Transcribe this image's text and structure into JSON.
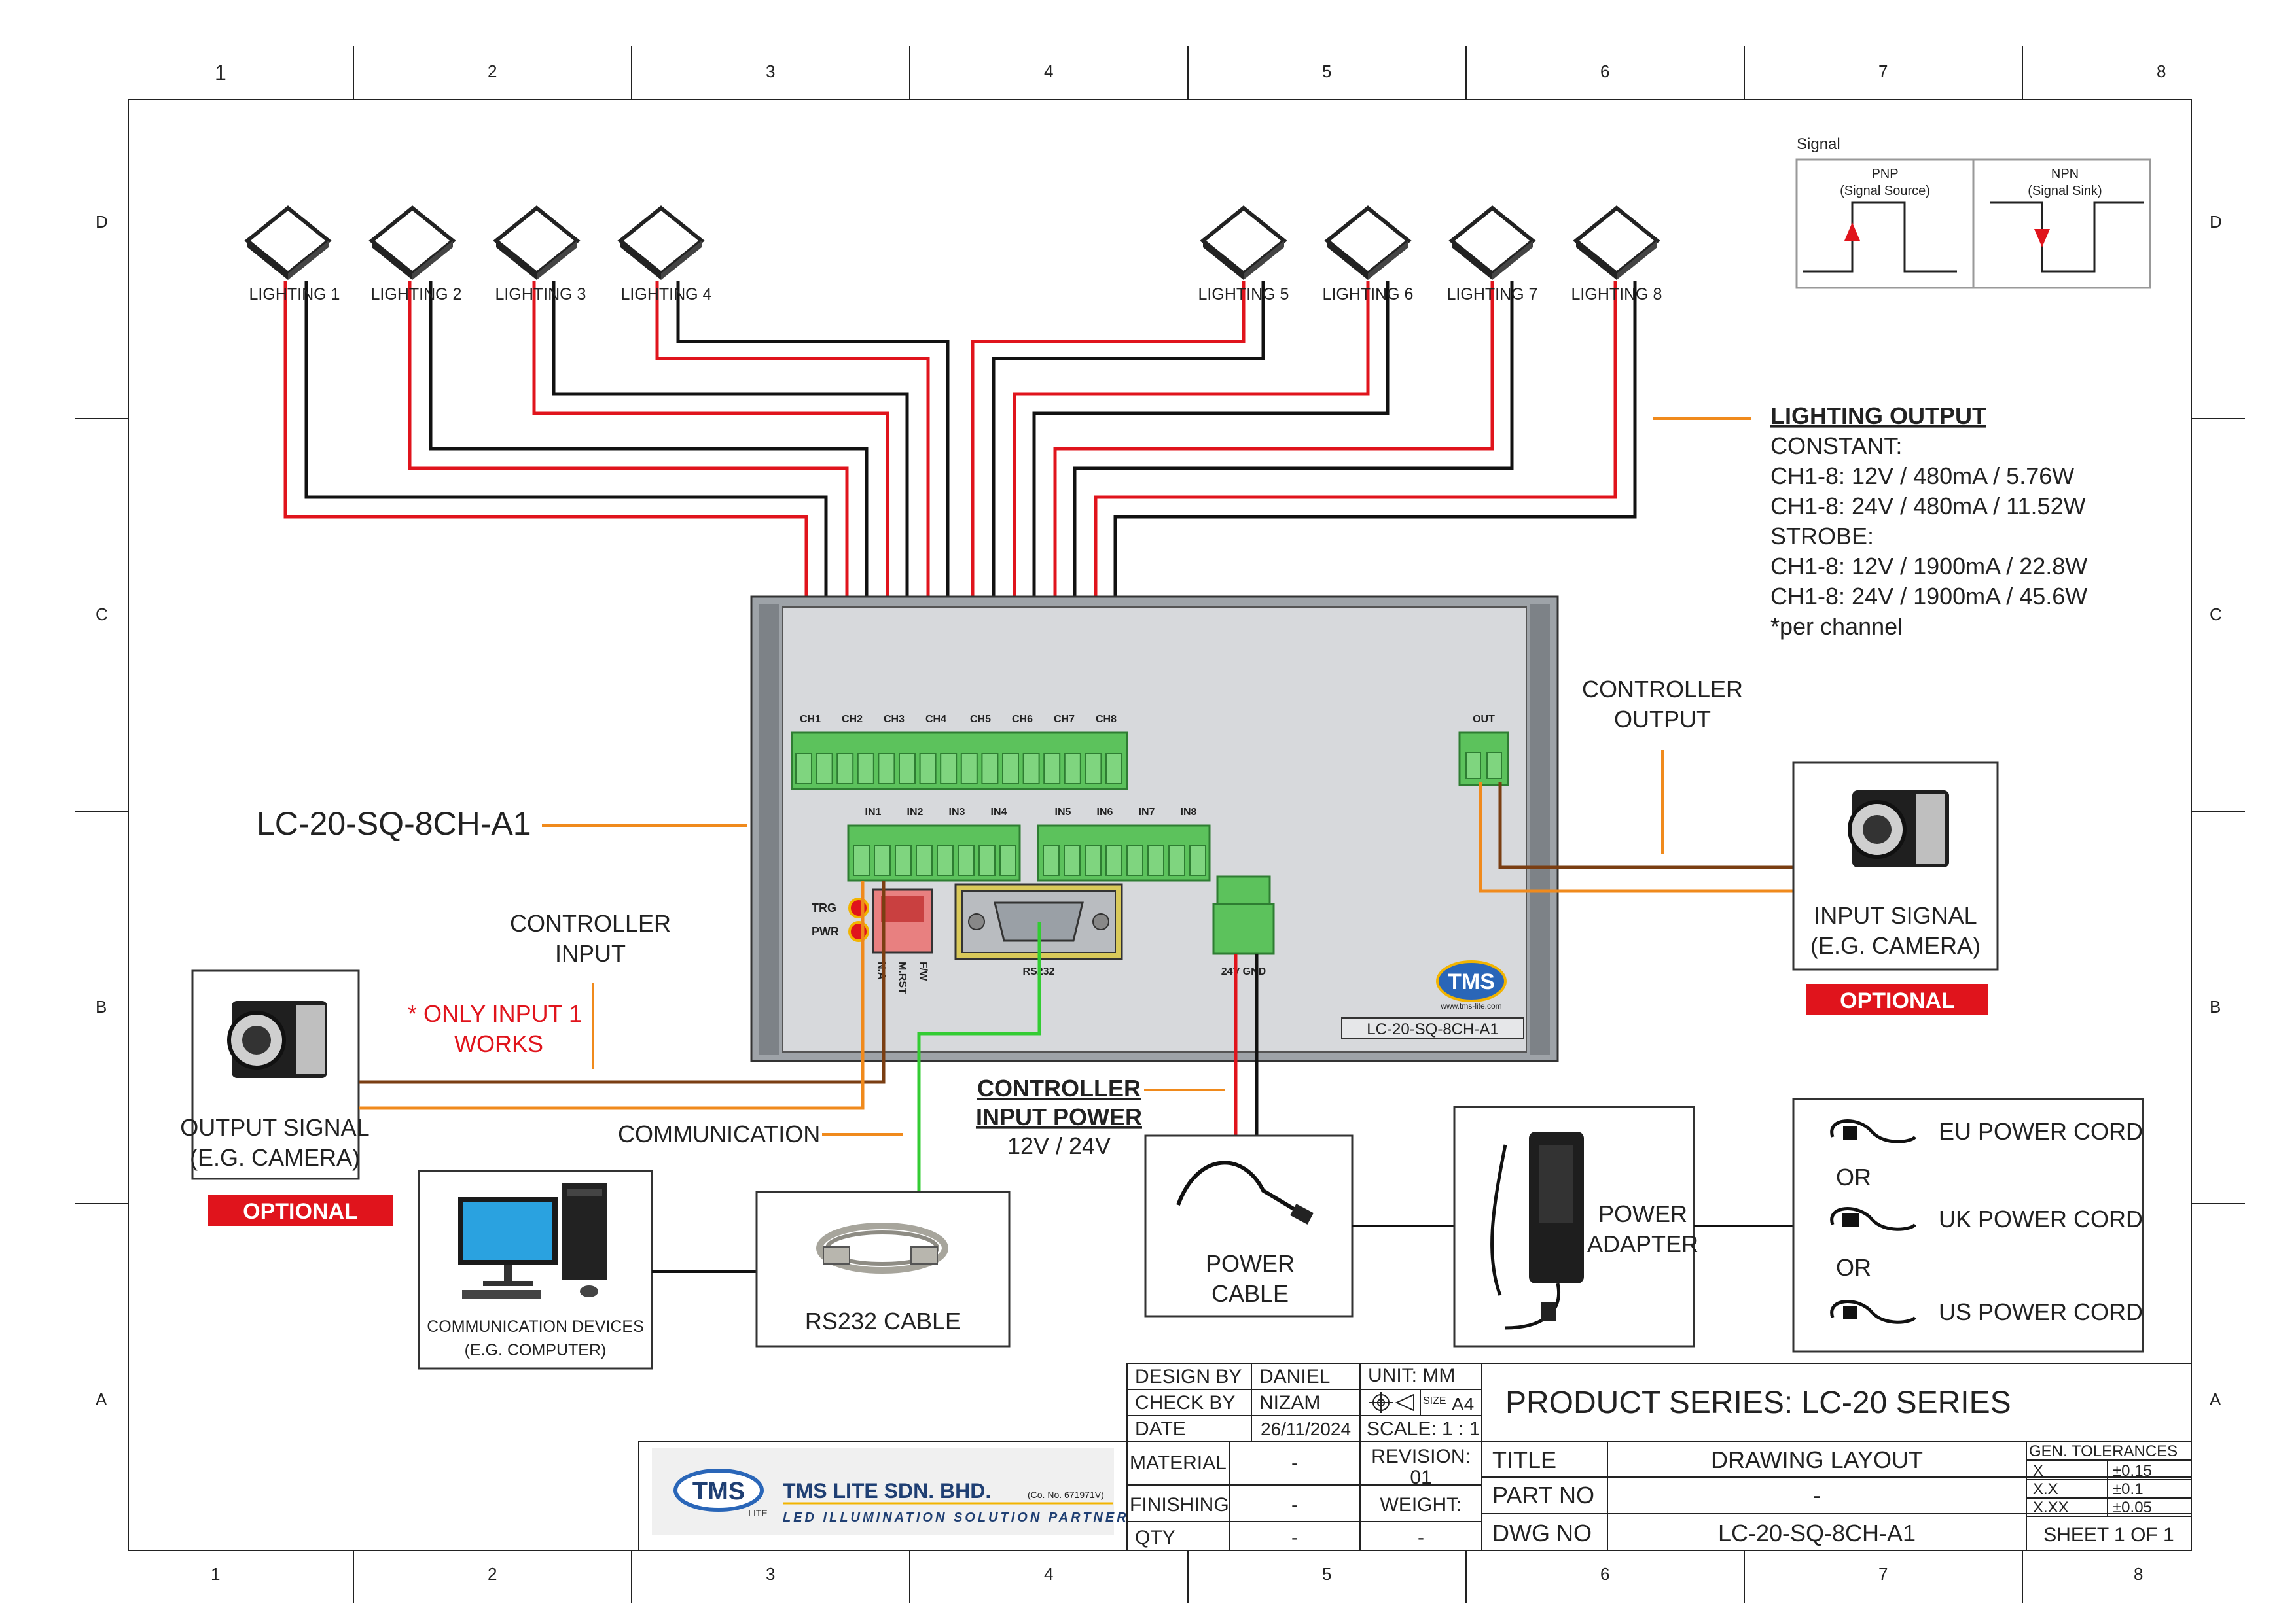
{
  "grid": {
    "columns": [
      "1",
      "2",
      "3",
      "4",
      "5",
      "6",
      "7",
      "8"
    ],
    "rows": [
      "D",
      "C",
      "B",
      "A"
    ]
  },
  "signal_legend": {
    "title": "Signal",
    "pnp_title": "PNP",
    "pnp_sub": "(Signal Source)",
    "npn_title": "NPN",
    "npn_sub": "(Signal Sink)"
  },
  "lightings": [
    "LIGHTING 1",
    "LIGHTING 2",
    "LIGHTING 3",
    "LIGHTING 4",
    "LIGHTING 5",
    "LIGHTING 6",
    "LIGHTING 7",
    "LIGHTING 8"
  ],
  "lighting_output": {
    "heading": "LIGHTING OUTPUT",
    "lines": [
      "CONSTANT:",
      "CH1-8: 12V / 480mA / 5.76W",
      "CH1-8: 24V / 480mA / 11.52W",
      "STROBE:",
      "CH1-8: 12V / 1900mA / 22.8W",
      "CH1-8: 24V / 1900mA / 45.6W",
      "*per channel"
    ]
  },
  "controller": {
    "model_callout": "LC-20-SQ-8CH-A1",
    "nameplate": "LC-20-SQ-8CH-A1",
    "logo": "TMS",
    "website": "www.tms-lite.com",
    "channel_labels": [
      "CH1",
      "CH2",
      "CH3",
      "CH4",
      "CH5",
      "CH6",
      "CH7",
      "CH8"
    ],
    "input_labels": [
      "IN1",
      "IN2",
      "IN3",
      "IN4",
      "IN5",
      "IN6",
      "IN7",
      "IN8"
    ],
    "out_label": "OUT",
    "trg_label": "TRG",
    "pwr_label": "PWR",
    "switch_labels": [
      "N.A",
      "M.RST",
      "F/W"
    ],
    "rs232_label": "RS232",
    "power_terminal_label": "24V GND"
  },
  "callouts": {
    "controller_output": [
      "CONTROLLER",
      "OUTPUT"
    ],
    "controller_input": [
      "CONTROLLER",
      "INPUT"
    ],
    "only_input_note": [
      "* ONLY INPUT 1",
      "WORKS"
    ],
    "communication": "COMMUNICATION",
    "controller_input_power_1": "CONTROLLER",
    "controller_input_power_2": "INPUT POWER",
    "input_power_voltage": "12V / 24V"
  },
  "devices": {
    "input_signal": [
      "INPUT SIGNAL",
      "(E.G. CAMERA)"
    ],
    "output_signal": [
      "OUTPUT SIGNAL",
      "(E.G. CAMERA)"
    ],
    "optional_badge": "OPTIONAL",
    "comm_devices": [
      "COMMUNICATION DEVICES",
      "(E.G. COMPUTER)"
    ],
    "rs232_cable": "RS232 CABLE",
    "power_cable": [
      "POWER",
      "CABLE"
    ],
    "power_adapter": [
      "POWER",
      "ADAPTER"
    ],
    "cords": [
      "EU POWER CORD",
      "UK POWER CORD",
      "US POWER CORD"
    ],
    "or": "OR"
  },
  "title_block": {
    "design_by_label": "DESIGN BY",
    "design_by": "DANIEL",
    "check_by_label": "CHECK BY",
    "check_by": "NIZAM",
    "date_label": "DATE",
    "date": "26/11/2024",
    "unit": "UNIT:  MM",
    "size_label": "SIZE",
    "size": "A4",
    "scale": "SCALE: 1 : 1",
    "product_series": "PRODUCT SERIES: LC-20 SERIES",
    "material_label": "MATERIAL",
    "material": "-",
    "finishing_label": "FINISHING",
    "finishing": "-",
    "qty_label": "QTY",
    "qty": "-",
    "revision_label": "REVISION:",
    "revision": "01",
    "weight_label": "WEIGHT:",
    "weight": "-",
    "title_label": "TITLE",
    "title": "DRAWING LAYOUT",
    "part_no_label": "PART NO",
    "part_no": "-",
    "dwg_no_label": "DWG NO",
    "dwg_no": "LC-20-SQ-8CH-A1",
    "tolerances_heading": "GEN. TOLERANCES",
    "tolerances": [
      {
        "k": "X",
        "v": "±0.15"
      },
      {
        "k": "X.X",
        "v": "±0.1"
      },
      {
        "k": "X.XX",
        "v": "±0.05"
      }
    ],
    "sheet": "SHEET 1 OF 1",
    "company_logo": "TMS",
    "company_logo_sub": "LITE",
    "company_name": "TMS LITE SDN. BHD.",
    "company_reg": "(Co. No. 671971V)",
    "company_tagline": "LED ILLUMINATION SOLUTION PARTNER"
  },
  "colors": {
    "red_wire": "#e0141c",
    "black_wire": "#111111",
    "orange_wire": "#f08a1c",
    "brown_wire": "#7a3e12",
    "green_wire": "#33cc33",
    "optional_badge": "#e0141c",
    "terminal_green": "#5cc25c"
  }
}
